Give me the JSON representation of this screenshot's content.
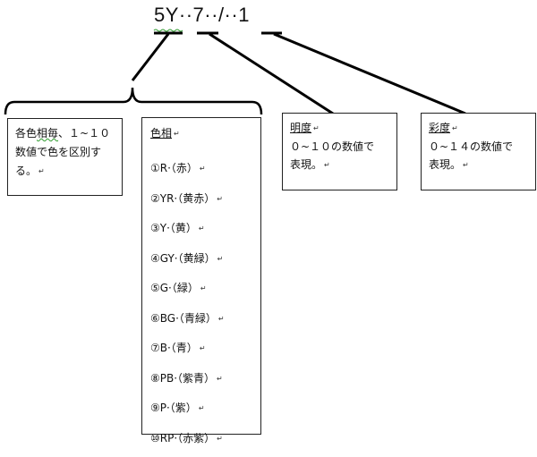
{
  "notation": {
    "text": "5Y··7··/··1"
  },
  "hue_description": {
    "line1_pre": "各色",
    "line1_squig": "相毎",
    "line1_post": "、１~１０",
    "line2": "数値で色を区別す",
    "line3": "る。"
  },
  "hue_list": {
    "title": "色相",
    "items": [
      "①R·（赤）",
      "②YR·（黄赤）",
      "③Y·（黄）",
      "④GY·（黄緑）",
      "⑤G·（緑）",
      "⑥BG·（青緑）",
      "⑦B·（青）",
      "⑧PB·（紫青）",
      "⑨P·（紫）",
      "⑩RP·（赤紫）"
    ]
  },
  "value_box": {
    "title": "明度",
    "line1": "０~１０の数値で",
    "line2": "表現。"
  },
  "chroma_box": {
    "title": "彩度",
    "line1": "０~１４の数値で",
    "line2": "表現。"
  },
  "return_mark": "↵"
}
